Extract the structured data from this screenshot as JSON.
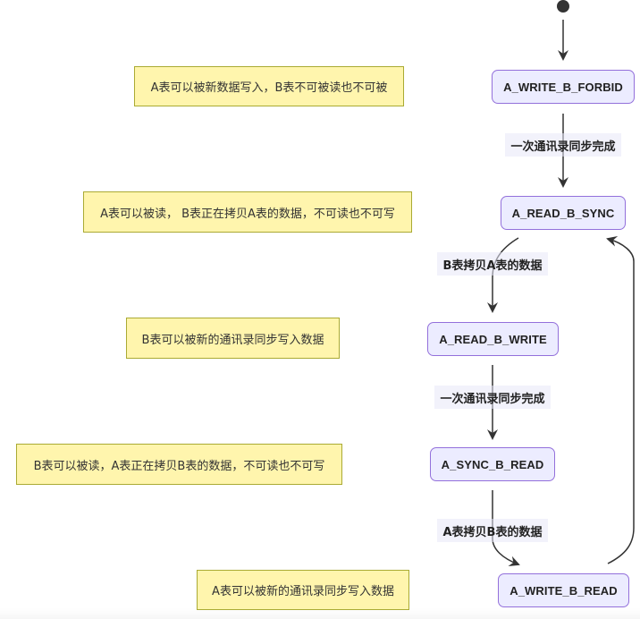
{
  "diagram": {
    "type": "state-diagram",
    "colors": {
      "state_fill": "#ececff",
      "state_border": "#9370db",
      "note_fill": "#fff5ad",
      "note_border": "#aaaa33",
      "edge": "#333333"
    },
    "start": {
      "label": "start"
    },
    "states": [
      {
        "id": "A_WRITE_B_FORBID",
        "label": "A_WRITE_B_FORBID"
      },
      {
        "id": "A_READ_B_SYNC",
        "label": "A_READ_B_SYNC"
      },
      {
        "id": "A_READ_B_WRITE",
        "label": "A_READ_B_WRITE"
      },
      {
        "id": "A_SYNC_B_READ",
        "label": "A_SYNC_B_READ"
      },
      {
        "id": "A_WRITE_B_READ",
        "label": "A_WRITE_B_READ"
      }
    ],
    "transitions": [
      {
        "from": "start",
        "to": "A_WRITE_B_FORBID",
        "label": ""
      },
      {
        "from": "A_WRITE_B_FORBID",
        "to": "A_READ_B_SYNC",
        "label": "一次通讯录同步完成"
      },
      {
        "from": "A_READ_B_SYNC",
        "to": "A_READ_B_WRITE",
        "label": "B表拷贝A表的数据"
      },
      {
        "from": "A_READ_B_WRITE",
        "to": "A_SYNC_B_READ",
        "label": "一次通讯录同步完成"
      },
      {
        "from": "A_SYNC_B_READ",
        "to": "A_WRITE_B_READ",
        "label": "A表拷贝B表的数据"
      },
      {
        "from": "A_WRITE_B_READ",
        "to": "A_READ_B_SYNC",
        "label": ""
      }
    ],
    "notes": [
      {
        "state": "A_WRITE_B_FORBID",
        "text": "A表可以被新数据写入，B表不可被读也不可被"
      },
      {
        "state": "A_READ_B_SYNC",
        "text": "A表可以被读， B表正在拷贝A表的数据，不可读也不可写"
      },
      {
        "state": "A_READ_B_WRITE",
        "text": "B表可以被新的通讯录同步写入数据"
      },
      {
        "state": "A_SYNC_B_READ",
        "text": "B表可以被读，A表正在拷贝B表的数据，不可读也不可写"
      },
      {
        "state": "A_WRITE_B_READ",
        "text": "A表可以被新的通讯录同步写入数据"
      }
    ]
  }
}
